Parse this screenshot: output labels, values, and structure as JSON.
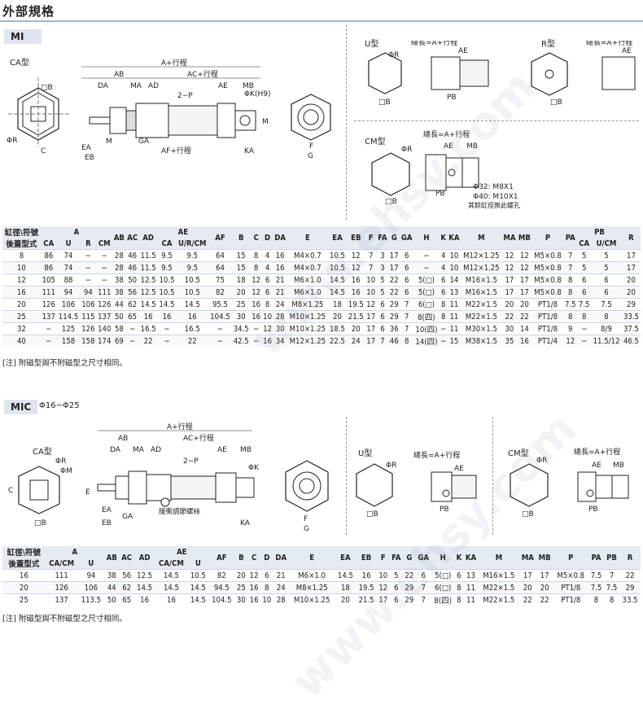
{
  "header": {
    "title": "外部規格"
  },
  "mi": {
    "badge": "MI",
    "ca_label": "CA型",
    "u_label": "U型",
    "r_label": "R型",
    "cm_label": "CM型",
    "total_len": "總長=A+行程",
    "a_stroke": "A+行程",
    "ac_stroke": "AC+行程",
    "af_stroke": "AF+行程",
    "phi_r": "ΦR",
    "phi_k": "ΦK(H9)",
    "two_p": "2−P",
    "cm_note1": "Φ32: M8X1",
    "cm_note2": "Φ40: M10X1",
    "cm_note3": "其餘缸徑無此螺孔",
    "table": {
      "hdr1": [
        "缸徑\\符號",
        "A",
        "AB",
        "AC",
        "AD",
        "AE",
        "AF",
        "B",
        "C",
        "D",
        "DA",
        "E",
        "EA",
        "EB",
        "F",
        "FA",
        "G",
        "GA",
        "H",
        "K",
        "KA",
        "M",
        "MA",
        "MB",
        "P",
        "PA",
        "PB",
        "R"
      ],
      "hdr2": [
        "後蓋型式",
        "CA",
        "U",
        "R",
        "CM",
        "CA",
        "U/R/CM",
        "CA",
        "U/CM"
      ],
      "rows": [
        [
          "8",
          "86",
          "74",
          "−",
          "−",
          "28",
          "46",
          "11.5",
          "9.5",
          "9.5",
          "64",
          "15",
          "8",
          "4",
          "16",
          "M4×0.7",
          "10.5",
          "12",
          "7",
          "3",
          "17",
          "6",
          "−",
          "4",
          "10",
          "M12×1.25",
          "12",
          "12",
          "M5×0.8",
          "7",
          "5",
          "5",
          "17"
        ],
        [
          "10",
          "86",
          "74",
          "−",
          "−",
          "28",
          "46",
          "11.5",
          "9.5",
          "9.5",
          "64",
          "15",
          "8",
          "4",
          "16",
          "M4×0.7",
          "10.5",
          "12",
          "7",
          "3",
          "17",
          "6",
          "−",
          "4",
          "10",
          "M12×1.25",
          "12",
          "12",
          "M5×0.8",
          "7",
          "5",
          "5",
          "17"
        ],
        [
          "12",
          "105",
          "88",
          "−",
          "−",
          "38",
          "50",
          "12.5",
          "10.5",
          "10.5",
          "75",
          "18",
          "12",
          "6",
          "21",
          "M6×1.0",
          "14.5",
          "16",
          "10",
          "5",
          "22",
          "6",
          "5(□)",
          "6",
          "14",
          "M16×1.5",
          "17",
          "17",
          "M5×0.8",
          "8",
          "6",
          "6",
          "20"
        ],
        [
          "16",
          "111",
          "94",
          "94",
          "111",
          "38",
          "56",
          "12.5",
          "10.5",
          "10.5",
          "82",
          "20",
          "12",
          "6",
          "21",
          "M6×1.0",
          "14.5",
          "16",
          "10",
          "5",
          "22",
          "6",
          "5(□)",
          "6",
          "13",
          "M16×1.5",
          "17",
          "17",
          "M5×0.8",
          "8",
          "6",
          "6",
          "20"
        ],
        [
          "20",
          "126",
          "106",
          "106",
          "126",
          "44",
          "62",
          "14.5",
          "14.5",
          "14.5",
          "95.5",
          "25",
          "16",
          "8",
          "24",
          "M8×1.25",
          "18",
          "19.5",
          "12",
          "6",
          "29",
          "7",
          "6(□)",
          "8",
          "11",
          "M22×1.5",
          "20",
          "20",
          "PT1/8",
          "7.5",
          "7.5",
          "7.5",
          "29"
        ],
        [
          "25",
          "137",
          "114.5",
          "115",
          "137",
          "50",
          "65",
          "16",
          "16",
          "16",
          "104.5",
          "30",
          "16",
          "10",
          "28",
          "M10×1.25",
          "20",
          "21.5",
          "17",
          "6",
          "29",
          "7",
          "8(四)",
          "8",
          "11",
          "M22×1.5",
          "22",
          "22",
          "PT1/8",
          "8",
          "8",
          "8",
          "33.5"
        ],
        [
          "32",
          "−",
          "125",
          "126",
          "140",
          "58",
          "−",
          "16.5",
          "−",
          "16.5",
          "−",
          "34.5",
          "−",
          "12",
          "30",
          "M10×1.25",
          "18.5",
          "20",
          "17",
          "6",
          "36",
          "7",
          "10(四)",
          "−",
          "11",
          "M30×1.5",
          "30",
          "14",
          "PT1/8",
          "9",
          "−",
          "8/9",
          "37.5"
        ],
        [
          "40",
          "−",
          "158",
          "158",
          "174",
          "69",
          "−",
          "22",
          "−",
          "22",
          "−",
          "42.5",
          "−",
          "16",
          "34",
          "M12×1.25",
          "22.5",
          "24",
          "17",
          "7",
          "46",
          "8",
          "14(四)",
          "−",
          "15",
          "M38×1.5",
          "35",
          "16",
          "PT1/4",
          "12",
          "−",
          "11.5/12",
          "46.5"
        ]
      ]
    },
    "note": "[注] 附磁型與不附磁型之尺寸相同。"
  },
  "mic": {
    "badge": "MIC",
    "range": "Φ16~Φ25",
    "ca_label": "CA型",
    "u_label": "U型",
    "cm_label": "CM型",
    "total_len": "總長=A+行程",
    "a_stroke": "A+行程",
    "ac_stroke": "AC+行程",
    "buffer": "緩衝調節螺絲",
    "phi_k": "ΦK",
    "phi_m": "ΦM",
    "phi_r": "ΦR",
    "two_p": "2−P",
    "table": {
      "hdr1": [
        "缸徑\\符號",
        "A",
        "AB",
        "AC",
        "AD",
        "AE",
        "AF",
        "B",
        "C",
        "D",
        "DA",
        "E",
        "EA",
        "EB",
        "F",
        "FA",
        "G",
        "GA",
        "H",
        "K",
        "KA",
        "M",
        "MA",
        "MB",
        "P",
        "PA",
        "PB",
        "R"
      ],
      "hdr2": [
        "後蓋型式",
        "CA/CM",
        "U",
        "CA/CM",
        "U"
      ],
      "rows": [
        [
          "16",
          "111",
          "94",
          "38",
          "56",
          "12.5",
          "14.5",
          "10.5",
          "82",
          "20",
          "12",
          "6",
          "21",
          "M6×1.0",
          "14.5",
          "16",
          "10",
          "5",
          "22",
          "6",
          "5(□)",
          "6",
          "13",
          "M16×1.5",
          "17",
          "17",
          "M5×0.8",
          "7.5",
          "7",
          "22"
        ],
        [
          "20",
          "126",
          "106",
          "44",
          "62",
          "14.5",
          "14.5",
          "14.5",
          "94.5",
          "25",
          "16",
          "8",
          "24",
          "M8×1.25",
          "18",
          "19.5",
          "12",
          "6",
          "29",
          "7",
          "6(□)",
          "8",
          "11",
          "M22×1.5",
          "20",
          "20",
          "PT1/8",
          "7.5",
          "7.5",
          "29"
        ],
        [
          "25",
          "137",
          "113.5",
          "50",
          "65",
          "16",
          "16",
          "14.5",
          "104.5",
          "30",
          "16",
          "10",
          "28",
          "M10×1.25",
          "20",
          "21.5",
          "17",
          "6",
          "29",
          "7",
          "8(四)",
          "8",
          "11",
          "M22×1.5",
          "22",
          "22",
          "PT1/8",
          "8",
          "8",
          "33.5"
        ]
      ]
    },
    "note": "[注] 附磁型與不附磁型之尺寸相同。"
  },
  "watermark": "www.ehsy.com"
}
